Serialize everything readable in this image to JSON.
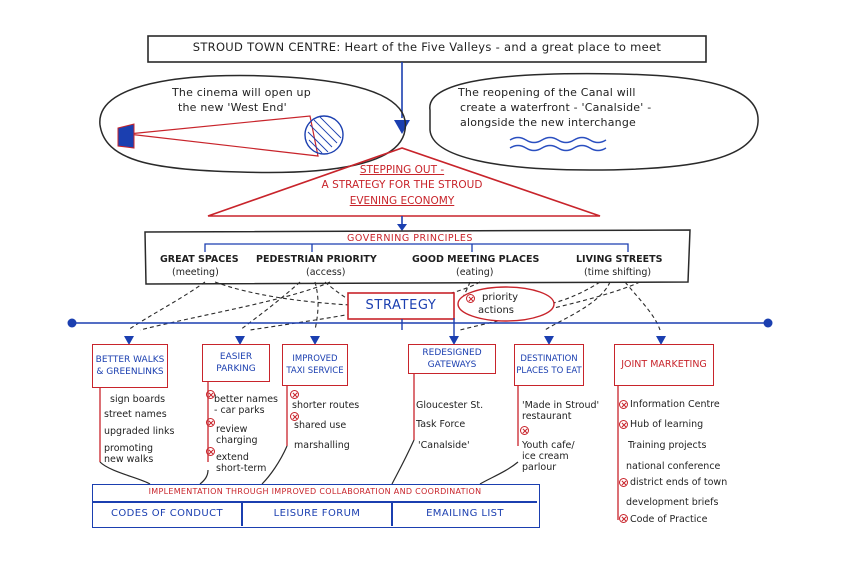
{
  "title": "STROUD TOWN CENTRE: Heart of the Five Valleys - and a great place to meet",
  "left_bubble": {
    "line1": "The cinema will open up",
    "line2": "the new 'West End'"
  },
  "right_bubble": {
    "line1": "The reopening of the Canal will",
    "line2": "create a waterfront - 'Canalside' -",
    "line3": "alongside the new interchange"
  },
  "triangle": {
    "line1": "STEPPING OUT -",
    "line2": "A STRATEGY FOR THE STROUD",
    "line3": "EVENING ECONOMY"
  },
  "principles": {
    "heading": "GOVERNING PRINCIPLES",
    "items": [
      {
        "label": "GREAT SPACES",
        "sub": "(meeting)"
      },
      {
        "label": "PEDESTRIAN PRIORITY",
        "sub": "(access)"
      },
      {
        "label": "GOOD MEETING PLACES",
        "sub": "(eating)"
      },
      {
        "label": "LIVING STREETS",
        "sub": "(time shifting)"
      }
    ]
  },
  "strategy": {
    "label": "STRATEGY",
    "priority_line1": "priority",
    "priority_line2": "actions"
  },
  "actions": [
    {
      "title": "BETTER WALKS & GREENLINKS",
      "items": [
        "sign boards",
        "street names",
        "upgraded links",
        "promoting new walks"
      ]
    },
    {
      "title": "EASIER PARKING",
      "items": [
        "better names - car parks",
        "review charging",
        "extend short-term"
      ]
    },
    {
      "title": "IMPROVED TAXI SERVICE",
      "items": [
        "shorter routes",
        "shared use",
        "marshalling"
      ]
    },
    {
      "title": "REDESIGNED GATEWAYS",
      "items": [
        "Gloucester St.",
        "Task Force",
        "'Canalside'"
      ]
    },
    {
      "title": "DESTINATION PLACES TO EAT",
      "items": [
        "'Made in Stroud' restaurant",
        "Youth cafe/ ice cream parlour"
      ]
    },
    {
      "title": "JOINT MARKETING",
      "items": [
        "Information Centre",
        "Hub of learning",
        "Training projects",
        "national conference",
        "district ends of town",
        "development briefs",
        "Code of Practice"
      ]
    }
  ],
  "implementation": {
    "heading": "IMPLEMENTATION THROUGH IMPROVED COLLABORATION AND COORDINATION",
    "cells": [
      "CODES OF CONDUCT",
      "LEISURE FORUM",
      "EMAILING LIST"
    ]
  },
  "colors": {
    "red": "#c8242b",
    "blue": "#1b3fb0",
    "ink": "#1f1f1f",
    "wave": "#2a4fc0"
  }
}
